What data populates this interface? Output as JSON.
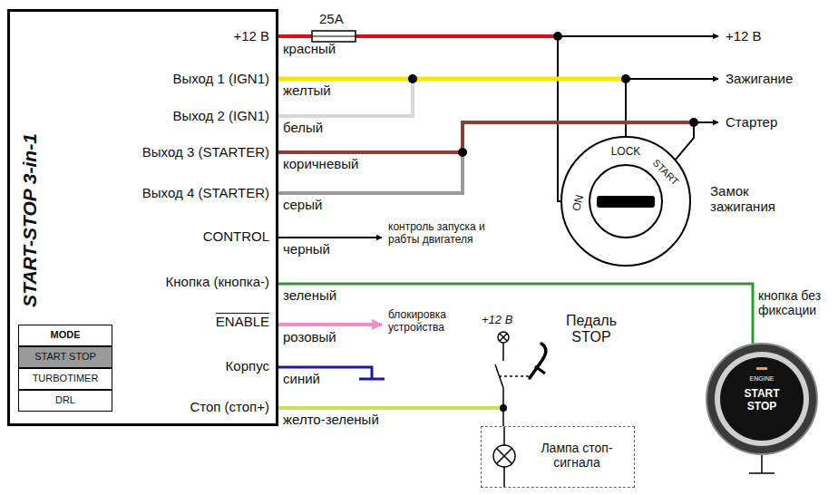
{
  "diagram": {
    "nodes": [
      {
        "text": [
          "START-STOP 3-in-1"
        ]
      },
      {
        "text": [
          "LOCK",
          "ON",
          "START",
          "Замок зажигания"
        ]
      },
      {
        "text": [
          "ENGINE",
          "START STOP",
          "кнопка без фиксации"
        ]
      },
      {
        "text": [
          "Лампа стоп-сигнала"
        ]
      }
    ],
    "edges": [
      {
        "from": 0,
        "to": 1,
        "arrow": "none"
      },
      {
        "from": 0,
        "to": 1,
        "arrow": "none"
      },
      {
        "from": 0,
        "to": 1,
        "arrow": "none"
      },
      {
        "from": 0,
        "to": 2,
        "arrow": "none"
      },
      {
        "from": 0,
        "to": 3,
        "arrow": "none"
      }
    ],
    "labels": [
      "25A",
      "+12 В",
      "красный",
      "Выход 1 (IGN1)",
      "желтый",
      "Выход 2 (IGN1)",
      "белый",
      "Выход 3 (STARTER)",
      "коричневый",
      "Выход 4 (STARTER)",
      "серый",
      "CONTROL",
      "черный",
      "контроль запуска и рабты двигателя",
      "Кнопка (кнопка-)",
      "зеленый",
      "ENABLE",
      "розовый",
      "блокировка устройства",
      "Корпус",
      "синий",
      "Стоп (стоп+)",
      "желто-зеленый",
      "MODE",
      "START STOP",
      "TURBOTIMER",
      "DRL",
      "+12 В",
      "Зажигание",
      "Стартер",
      "+12 В",
      "Педаль STOP"
    ]
  }
}
